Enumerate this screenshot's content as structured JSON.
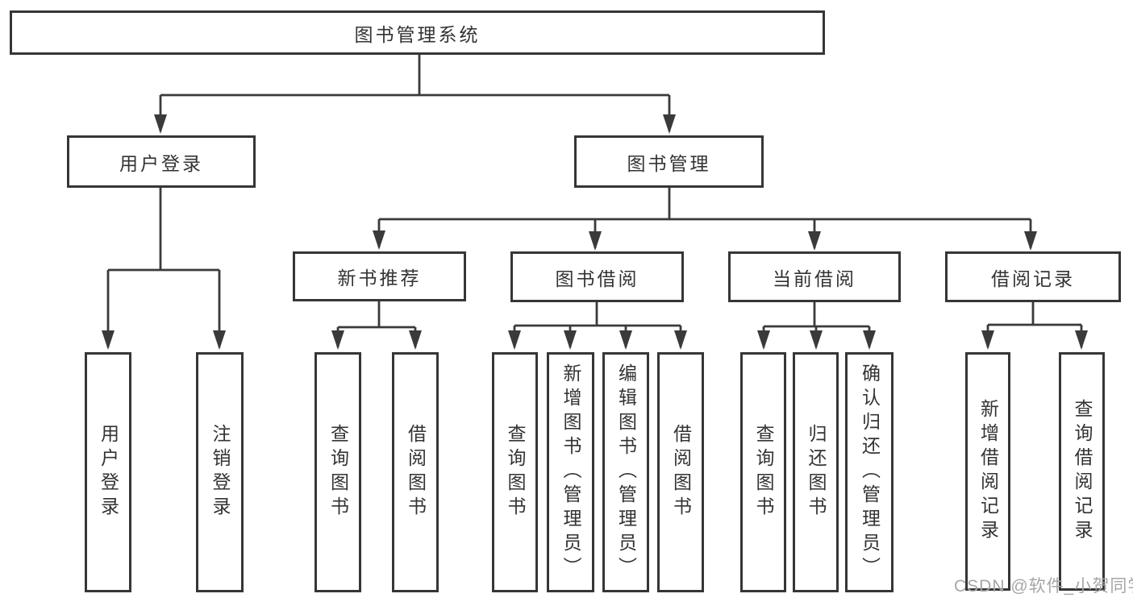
{
  "tree": {
    "root": {
      "label": "图书管理系统"
    },
    "branches": [
      {
        "label": "用户登录",
        "leaves": [
          {
            "label": "用户登录"
          },
          {
            "label": "注销登录"
          }
        ]
      },
      {
        "label": "图书管理",
        "children": [
          {
            "label": "新书推荐",
            "leaves": [
              {
                "label": "查询图书"
              },
              {
                "label": "借阅图书"
              }
            ]
          },
          {
            "label": "图书借阅",
            "leaves": [
              {
                "label": "查询图书"
              },
              {
                "label": "新增图书（管理员）"
              },
              {
                "label": "编辑图书（管理员）"
              },
              {
                "label": "借阅图书"
              }
            ]
          },
          {
            "label": "当前借阅",
            "leaves": [
              {
                "label": "查询图书"
              },
              {
                "label": "归还图书"
              },
              {
                "label": "确认归还（管理员）"
              }
            ]
          },
          {
            "label": "借阅记录",
            "leaves": [
              {
                "label": "新增借阅记录"
              },
              {
                "label": "查询借阅记录"
              }
            ]
          }
        ]
      }
    ]
  },
  "watermark": {
    "text": "CSDN @软件_小贺同学"
  },
  "colors": {
    "line": "#3a3a3a",
    "border": "#363636",
    "text": "#333333",
    "watermark": "#a6a6a6",
    "background": "#ffffff"
  }
}
